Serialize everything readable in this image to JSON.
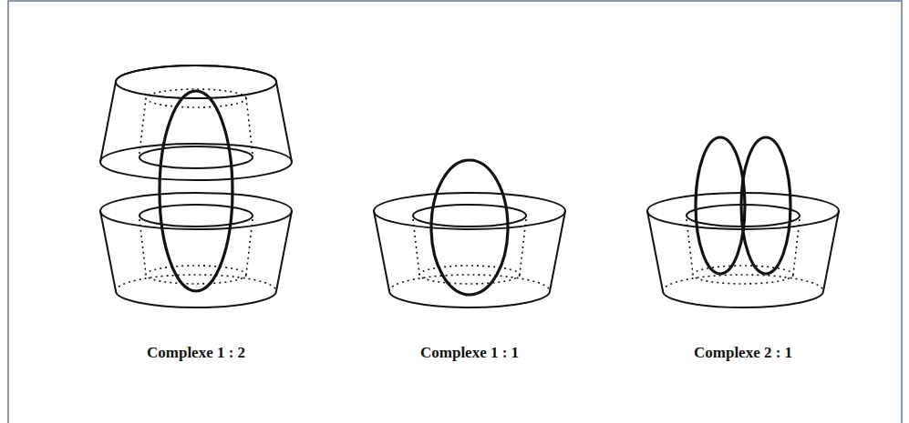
{
  "diagram": {
    "labels": [
      "Complexe 1 : 2",
      "Complexe 1 : 1",
      "Complexe 2 : 1"
    ]
  }
}
